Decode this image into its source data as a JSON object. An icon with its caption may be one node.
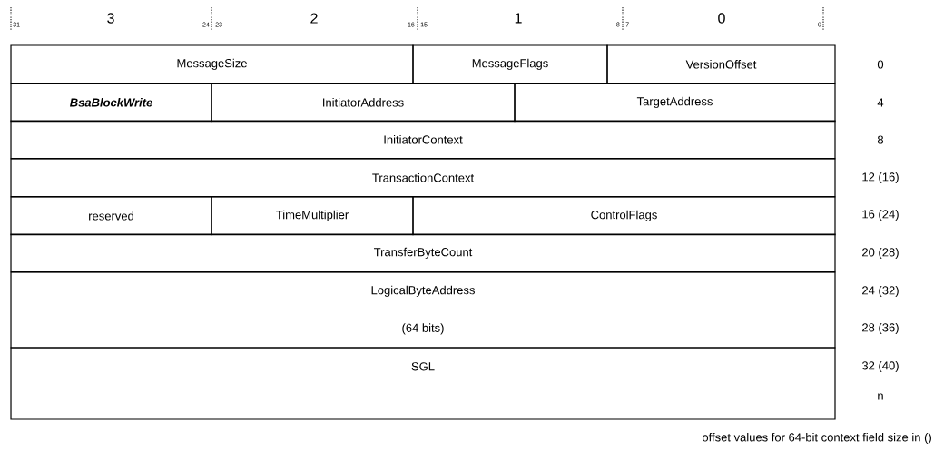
{
  "diagram": {
    "nodes": [
      {
        "text": [
          "MessageSize"
        ]
      },
      {
        "text": [
          "MessageFlags"
        ]
      },
      {
        "text": [
          "VersionOffset"
        ]
      },
      {
        "text": [
          "BsaBlockWrite"
        ]
      },
      {
        "text": [
          "InitiatorAddress"
        ]
      },
      {
        "text": [
          "TargetAddress"
        ]
      },
      {
        "text": [
          "InitiatorContext"
        ]
      },
      {
        "text": [
          "TransactionContext"
        ]
      },
      {
        "text": [
          "reserved"
        ]
      },
      {
        "text": [
          "TimeMultiplier"
        ]
      },
      {
        "text": [
          "ControlFlags"
        ]
      },
      {
        "text": [
          "TransferByteCount"
        ]
      },
      {
        "text": [
          "LogicalByteAddress",
          "(64 bits)"
        ]
      },
      {
        "text": [
          "SGL"
        ]
      }
    ],
    "labels": [
      "3",
      "2",
      "1",
      "0",
      "31",
      "24",
      "23",
      "16",
      "15",
      "8",
      "7",
      "0",
      "0",
      "4",
      "8",
      "12 (16)",
      "16 (24)",
      "20 (28)",
      "24 (32)",
      "28 (36)",
      "32 (40)",
      "n",
      "offset values for 64-bit context field size in ()"
    ]
  }
}
